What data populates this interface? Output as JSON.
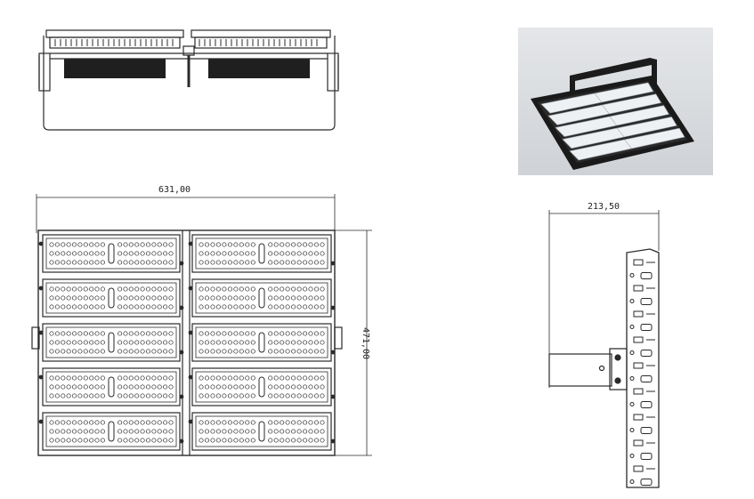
{
  "drawing": {
    "front_view": {
      "width_dimension": "631,00",
      "height_dimension": "471,00"
    },
    "side_view": {
      "depth_dimension": "213,50"
    },
    "top_view": {},
    "photo": {
      "icon": "floodlight-photo-icon"
    }
  },
  "colors": {
    "line": "#2a2a2a",
    "photo_bg": "#d9dbde",
    "fixture_body": "#1c1c1c",
    "led_panel": "#eef1f4"
  }
}
